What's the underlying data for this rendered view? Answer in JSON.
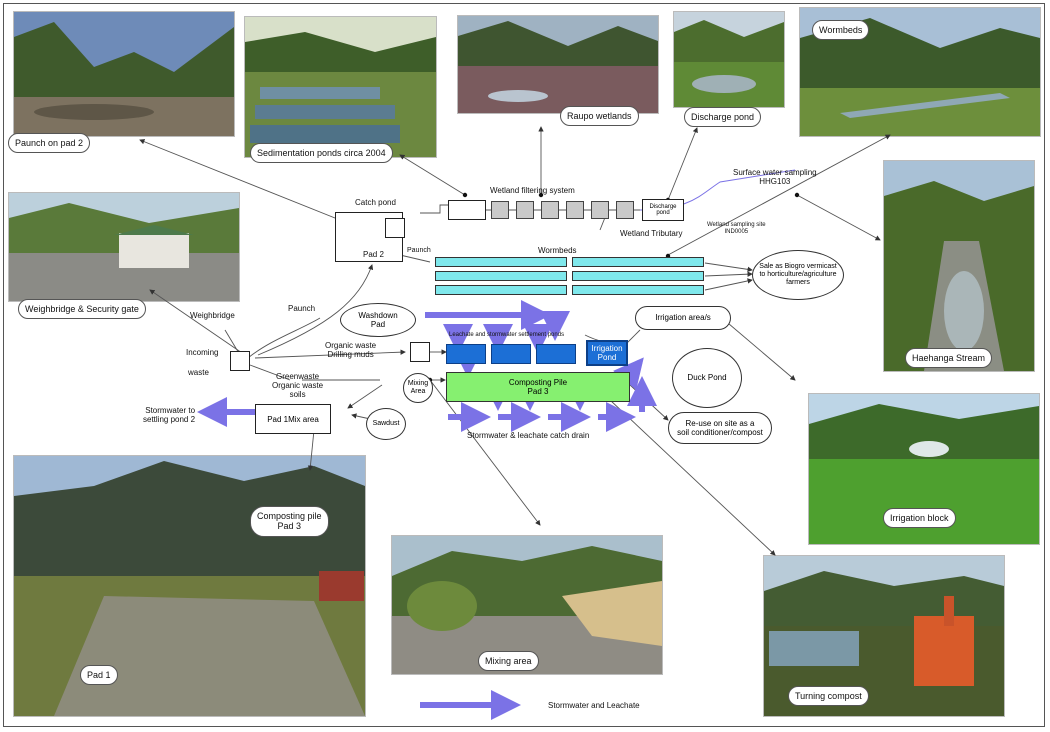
{
  "photos": {
    "paunch": "Paunch on pad 2",
    "sedimentation": "Sedimentation ponds circa 2004",
    "raupo": "Raupo wetlands",
    "discharge": "Discharge pond",
    "wormbeds": "Wormbeds",
    "weighbridge": "Weighbridge & Security gate",
    "haehanga": "Haehanga Stream",
    "irrigation_block": "Irrigation block",
    "composting_pile": "Composting pile\nPad 3",
    "pad1": "Pad 1",
    "mixing_area": "Mixing area",
    "turning": "Turning compost"
  },
  "diagram": {
    "wetland_system": "Wetland filtering system",
    "discharge_pond_box": "Discharge pond",
    "surface_sampling": "Surface water sampling\nHHG103",
    "wetland_tributary": "Wetland Tributary",
    "wetland_sampling": "Wetland sampling site\nIND0005",
    "catch_pond": "Catch pond",
    "pad2": "Pad 2",
    "paunch_small": "Paunch",
    "wormbeds_label": "Wormbeds",
    "sale": "Sale as Biogro vermicast\nto horticulture/agriculture\nfarmers",
    "paunch": "Paunch",
    "weighbridge": "Weighbridge",
    "washdown": "Washdown\nPad",
    "incoming": "Incoming",
    "waste": "waste",
    "organic": "Organic waste\nDrilling muds",
    "leachate_ponds": "Leachate and stormwater settlement ponds",
    "irrigation_pond": "Irrigation\nPond",
    "irrigation_areas": "Irrigation area/s",
    "duck_pond": "Duck Pond",
    "greenwaste": "Greenwaste\nOrganic waste\nsoils",
    "mixing": "Mixing\nArea",
    "composting_pile": "Composting Pile\nPad 3",
    "pad1mix": "Pad 1Mix area",
    "stormwater_settling": "Stormwater to\nsettling pond 2",
    "sawdust": "Sawdust",
    "catch_drain": "Stormwater & leachate catch drain",
    "reuse": "Re-use on site as a\nsoil conditioner/compost"
  },
  "legend": {
    "label": "Stormwater and Leachate"
  },
  "colors": {
    "arrow": "#7b72e6",
    "cyan": "#7fe8ec",
    "green": "#86f070",
    "blue": "#1c6fd6"
  }
}
